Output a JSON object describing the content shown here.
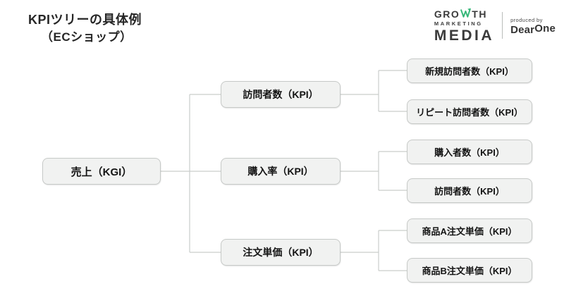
{
  "page": {
    "title_line1": "KPIツリーの具体例",
    "title_line2": "（ECショップ）"
  },
  "logo": {
    "growth_pre": "GRO",
    "growth_post": "TH",
    "marketing": "MARKETING",
    "media": "MEDIA",
    "produced_by": "produced by",
    "brand_dear": "Dear",
    "brand_one": "One"
  },
  "icons": {
    "growth_w_arrow": "W-shaped-stroke-with-up-right-arrow"
  },
  "tree": {
    "root": {
      "label": "売上（KGI）",
      "type": "KGI"
    },
    "level2": [
      {
        "label": "訪問者数（KPI）",
        "type": "KPI"
      },
      {
        "label": "購入率（KPI）",
        "type": "KPI"
      },
      {
        "label": "注文単価（KPI）",
        "type": "KPI"
      }
    ],
    "level3": [
      {
        "label": "新規訪問者数（KPI）",
        "parent": "訪問者数（KPI）"
      },
      {
        "label": "リピート訪問者数（KPI）",
        "parent": "訪問者数（KPI）"
      },
      {
        "label": "購入者数（KPI）",
        "parent": "購入率（KPI）"
      },
      {
        "label": "訪問者数（KPI）",
        "parent": "購入率（KPI）"
      },
      {
        "label": "商品A注文単価（KPI）",
        "parent": "注文単価（KPI）"
      },
      {
        "label": "商品B注文単価（KPI）",
        "parent": "注文単価（KPI）"
      }
    ]
  },
  "colors": {
    "background": "#ffffff",
    "node_fill": "#f1f2f1",
    "node_border": "#c6c9c7",
    "connector": "#c9cdcb",
    "text": "#141414",
    "logo_text": "#3a3a3a",
    "logo_accent_green": "#35b778"
  }
}
